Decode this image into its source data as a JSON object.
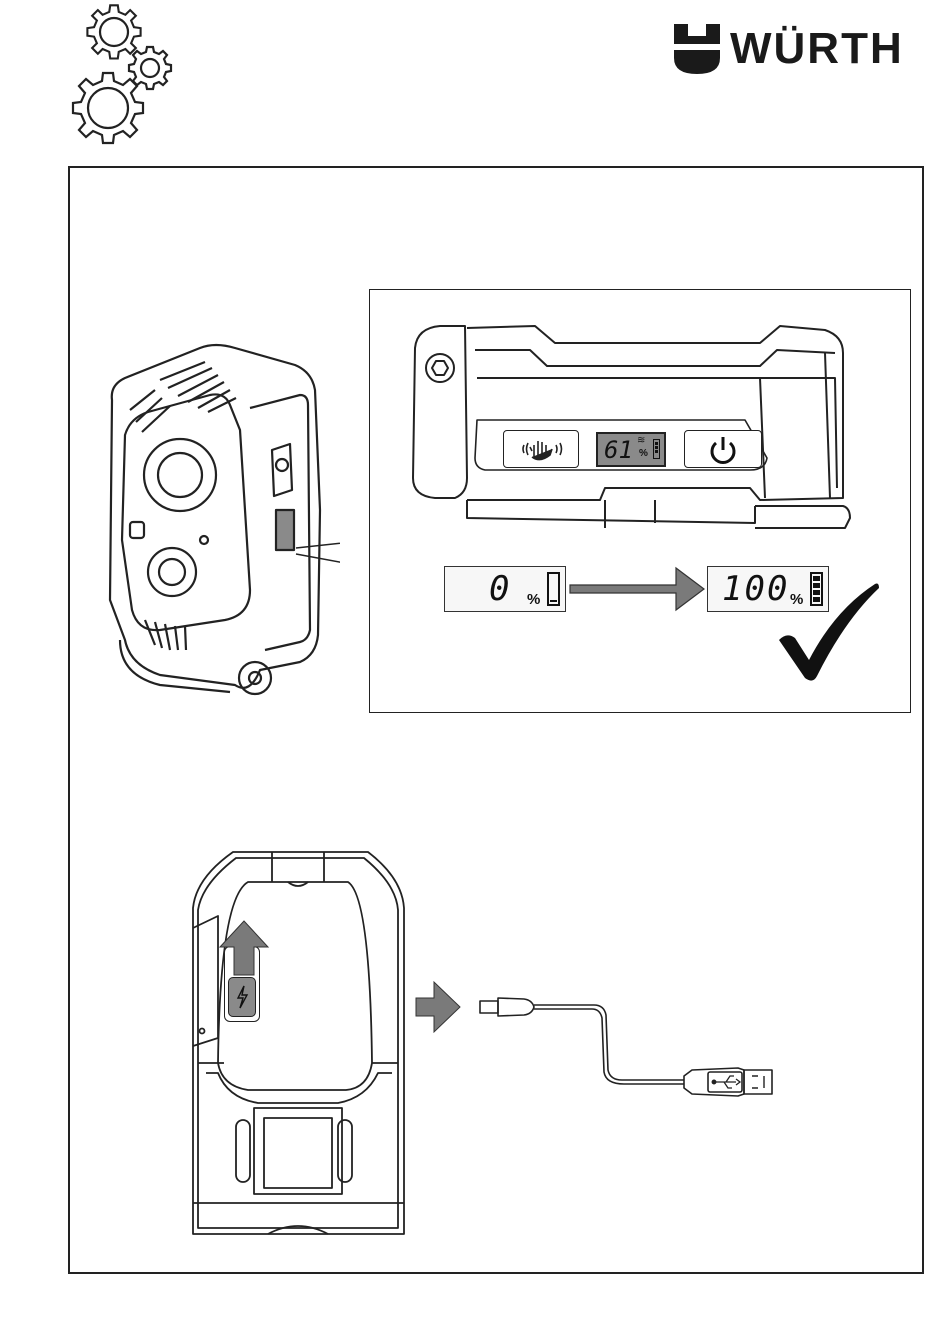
{
  "header": {
    "brand": "WÜRTH",
    "icon": "gears-icon"
  },
  "inset": {
    "display_value": "61",
    "display_unit": "%",
    "buttons": [
      "hand-icon",
      "power-icon"
    ]
  },
  "charge": {
    "start_value": "0",
    "start_unit": "%",
    "end_value": "100",
    "end_unit": "%",
    "start_level": 0,
    "end_level": 1
  },
  "colors": {
    "outline": "#222222",
    "arrow": "#7a7a7a",
    "highlight": "#8a8a8a"
  },
  "icons": [
    "gears-icon",
    "wurth-logo-icon",
    "camera-icon",
    "checkmark-icon",
    "arrow-right-icon",
    "arrow-up-icon",
    "lightning-icon",
    "usb-icon",
    "usb-cable-icon"
  ]
}
